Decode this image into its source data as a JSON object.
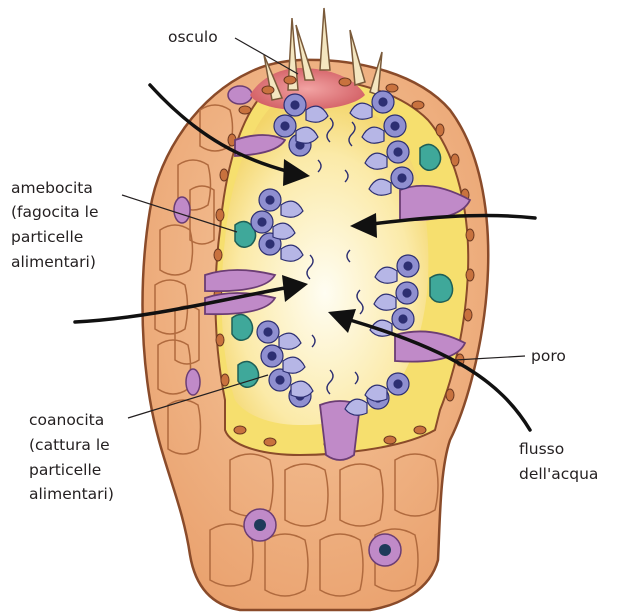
{
  "labels": {
    "osculum": "osculo",
    "amoebocyte": [
      "amebocita",
      "(fagocita le",
      "particelle",
      "alimentari)"
    ],
    "pore": "poro",
    "choanocyte": [
      "coanocita",
      "(cattura le",
      "particelle",
      "alimentari)"
    ],
    "water_flow": [
      "flusso",
      "dell'acqua"
    ]
  },
  "colors": {
    "outer_body": "#f0b88a",
    "outer_body_stroke": "#8a4b2a",
    "inner_cavity": "#fff6d8",
    "mesohyl": "#f6df6e",
    "osculum_top": "#d9656a",
    "choanocyte": "#8f8fd0",
    "choanocyte_nucleus": "#2d2f72",
    "amoebocyte": "#3fa89a",
    "porocyte": "#c08ac8",
    "spicule": "#f4e6c0",
    "arrow": "#111111"
  }
}
